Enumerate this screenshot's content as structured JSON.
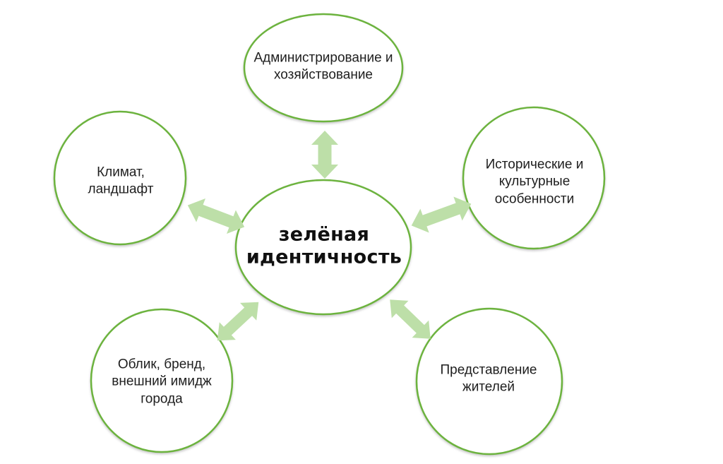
{
  "colors": {
    "background": "#ffffff",
    "node_stroke": "#6cb33e",
    "node_fill": "#ffffff",
    "arrow_fill": "#bddfa8",
    "text": "#1e1e1e"
  },
  "diagram": {
    "center": {
      "label": "зелёная\nидентичность"
    },
    "nodes": [
      {
        "id": "administration",
        "label": "Администрирование и\nхозяйствование"
      },
      {
        "id": "climate",
        "label": "Климат,\nландшафт"
      },
      {
        "id": "history",
        "label": "Исторические и\nкультурные\nособенности"
      },
      {
        "id": "image",
        "label": "Облик, бренд,\nвнешний имидж\nгорода"
      },
      {
        "id": "residents",
        "label": "Представление\nжителей"
      }
    ]
  }
}
